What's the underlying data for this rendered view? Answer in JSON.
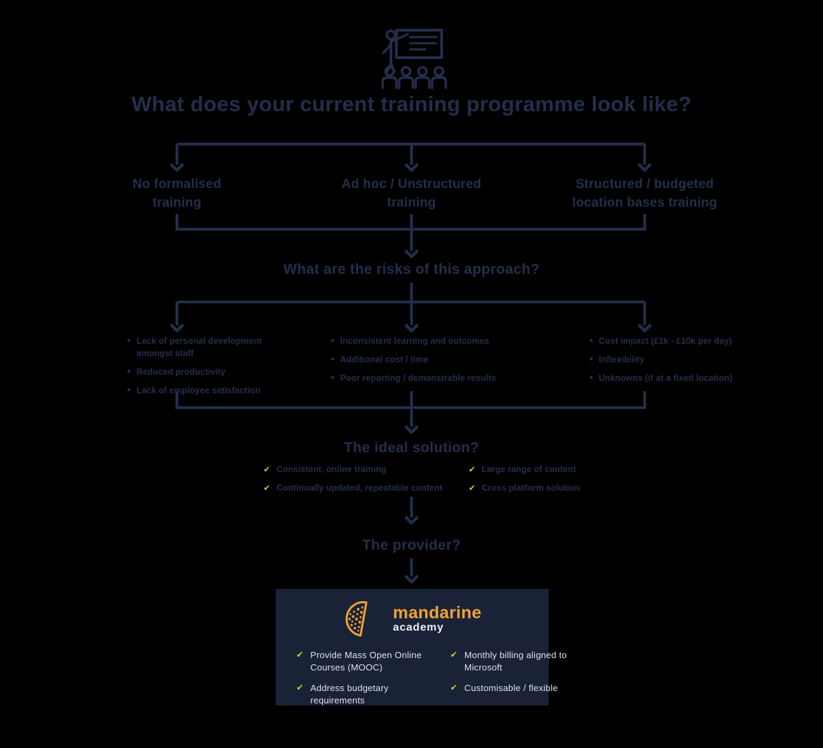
{
  "colors": {
    "background": "#000000",
    "navy_text_lines": "#232e4a",
    "accent_green": "#c3d229",
    "brand_orange": "#f0a231",
    "box_background": "#192236",
    "box_text": "#dce0e9"
  },
  "icons": {
    "check": "✔",
    "top_icon": "trainer-presentation-icon",
    "brand_icon": "mandarin-slice-icon"
  },
  "header": {
    "title": "What does your current training programme look like?"
  },
  "flow": {
    "branches": [
      "No formalised training",
      "Ad hoc / Unstructured training",
      "Structured / budgeted location bases training"
    ],
    "risks": {
      "heading": "What are the risks of this approach?",
      "columns": [
        {
          "items": [
            "Lack of personal development\namongst staff",
            "Reduced productivity",
            "Lack of employee satisfaction"
          ]
        },
        {
          "items": [
            "Inconsistent learning and outcomes",
            "Additional cost / time",
            "Poor reporting / demonstrable results"
          ]
        },
        {
          "items": [
            "Cost impact (£1k - £10k per day)",
            "Inflexibility",
            "Unknowns (if at a fixed location)"
          ]
        }
      ]
    },
    "ideal": {
      "heading": "The ideal solution?",
      "columns": [
        {
          "items": [
            "Consistent, online training",
            "Continually updated, repeatable content"
          ]
        },
        {
          "items": [
            "Large range of content",
            "Cross platform solution"
          ]
        }
      ]
    },
    "provider": {
      "heading": "The provider?"
    }
  },
  "provider_box": {
    "brand_name": "mandarine",
    "brand_sub": "academy",
    "columns": [
      {
        "items": [
          "Provide Mass Open Online Courses (MOOC)",
          "Address budgetary requirements"
        ]
      },
      {
        "items": [
          "Monthly billing aligned to Microsoft",
          "Customisable / flexible"
        ]
      }
    ]
  }
}
